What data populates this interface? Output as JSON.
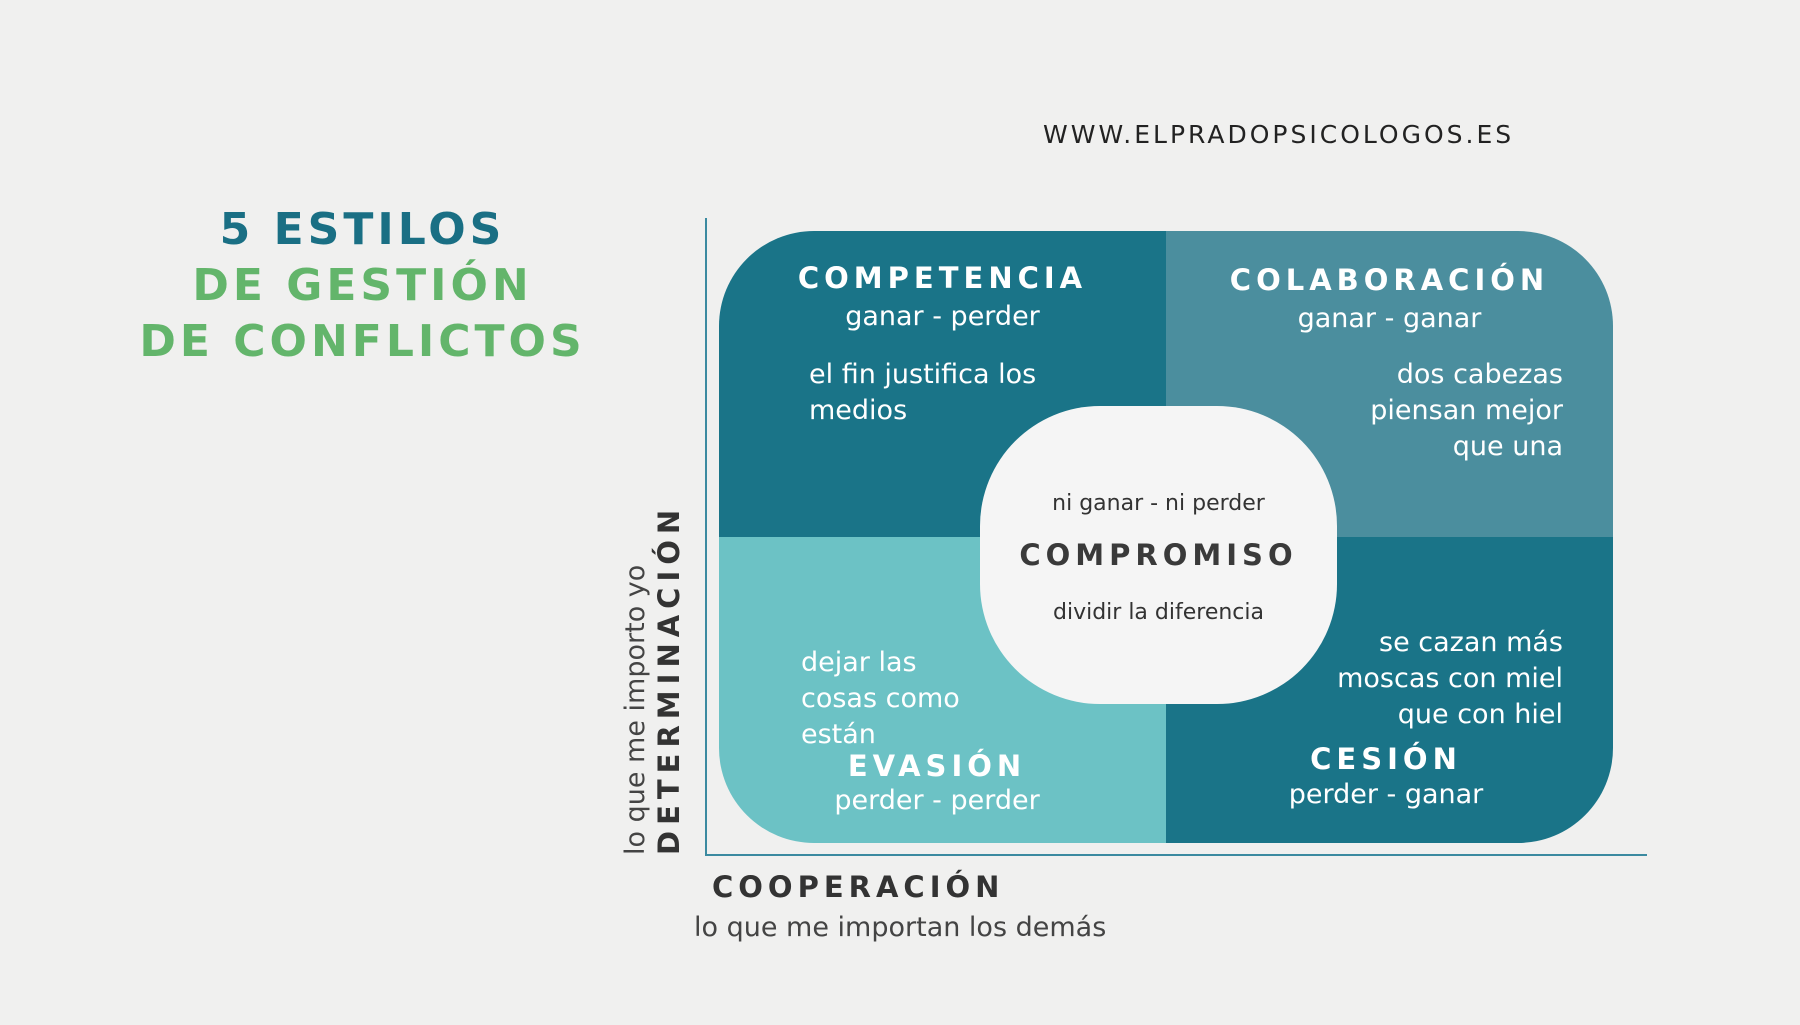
{
  "website": "WWW.ELPRADOPSICOLOGOS.ES",
  "title": {
    "line1": "5 ESTILOS",
    "line2": "DE GESTIÓN",
    "line3": "DE CONFLICTOS"
  },
  "colors": {
    "dark_teal": "#1a7488",
    "mid_teal": "#4b8e9e",
    "light_teal": "#6cc2c5",
    "title_blue": "#1a6f84",
    "title_green": "#63b56b",
    "background": "#f0f0ef"
  },
  "quadrants": {
    "competencia": {
      "name": "COMPETENCIA",
      "outcome": "ganar - perder",
      "quote_lines": [
        "el fin justifica los",
        "medios"
      ]
    },
    "colaboracion": {
      "name": "COLABORACIÓN",
      "outcome": "ganar - ganar",
      "quote_lines": [
        "dos cabezas",
        "piensan mejor",
        "que una"
      ]
    },
    "evasion": {
      "name": "EVASIÓN",
      "outcome": "perder - perder",
      "quote_lines": [
        "dejar las",
        "cosas como",
        "están"
      ]
    },
    "cesion": {
      "name": "CESIÓN",
      "outcome": "perder - ganar",
      "quote_lines": [
        "se cazan más",
        "moscas con miel",
        "que con hiel"
      ]
    }
  },
  "compromiso": {
    "outcome": "ni ganar - ni perder",
    "name": "COMPROMISO",
    "quote": "dividir la diferencia"
  },
  "y_axis": {
    "label": "DETERMINACIÓN",
    "sublabel": "lo que me importo yo"
  },
  "x_axis": {
    "label": "COOPERACIÓN",
    "sublabel": "lo que me importan los demás"
  }
}
